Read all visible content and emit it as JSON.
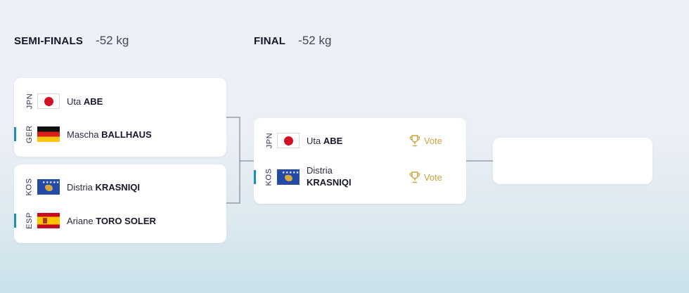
{
  "semifinals": {
    "title": "SEMI-FINALS",
    "weight": "-52 kg",
    "matches": [
      {
        "athletes": [
          {
            "country": "JPN",
            "first": "Uta",
            "last": "ABE",
            "flag": "jpn-flag-icon"
          },
          {
            "country": "GER",
            "first": "Mascha",
            "last": "BALLHAUS",
            "flag": "ger-flag-icon"
          }
        ]
      },
      {
        "athletes": [
          {
            "country": "KOS",
            "first": "Distria",
            "last": "KRASNIQI",
            "flag": "kos-flag-icon"
          },
          {
            "country": "ESP",
            "first": "Ariane",
            "last": "TORO SOLER",
            "flag": "esp-flag-icon"
          }
        ]
      }
    ]
  },
  "final": {
    "title": "FINAL",
    "weight": "-52 kg",
    "vote_label": "Vote",
    "athletes": [
      {
        "country": "JPN",
        "first": "Uta",
        "last": "ABE",
        "flag": "jpn-flag-icon"
      },
      {
        "country": "KOS",
        "first": "Distria",
        "last": "KRASNIQI",
        "flag": "kos-flag-icon"
      }
    ]
  },
  "colors": {
    "accent": "#1b8fb8",
    "vote": "#c9a23a",
    "connector": "#6f7486"
  }
}
